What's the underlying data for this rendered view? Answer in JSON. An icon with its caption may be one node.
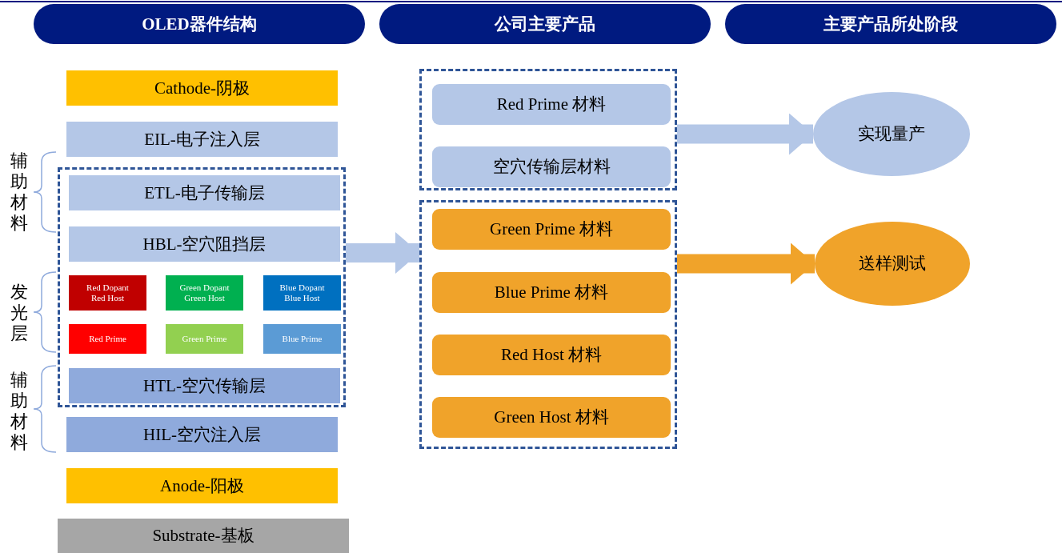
{
  "diagram": {
    "nodes": [
      {
        "text": [
          "OLED器件结构"
        ]
      },
      {
        "text": [
          "公司主要产品"
        ]
      },
      {
        "text": [
          "主要产品所处阶段"
        ]
      },
      {
        "text": [
          "Cathode-阴极"
        ]
      },
      {
        "text": [
          "EIL-电子注入层"
        ]
      },
      {
        "text": [],
        "shape": "box"
      },
      {
        "text": [
          "ETL-电子传输层"
        ],
        "in": 5
      },
      {
        "text": [
          "HBL-空穴阻挡层"
        ],
        "in": 5
      },
      {
        "text": [
          "Red Dopant",
          "Red Host"
        ],
        "in": 5
      },
      {
        "text": [
          "Green Dopant",
          "Green Host"
        ],
        "in": 5
      },
      {
        "text": [
          "Blue Dopant",
          "Blue Host"
        ],
        "in": 5
      },
      {
        "text": [
          "Red Prime"
        ],
        "in": 5
      },
      {
        "text": [
          "Green Prime"
        ],
        "in": 5
      },
      {
        "text": [
          "Blue Prime"
        ],
        "in": 5
      },
      {
        "text": [
          "HTL-空穴传输层"
        ],
        "in": 5
      },
      {
        "text": [
          "HIL-空穴注入层"
        ]
      },
      {
        "text": [
          "Anode-阳极"
        ]
      },
      {
        "text": [
          "Substrate-基板"
        ]
      },
      {
        "text": [],
        "shape": "box"
      },
      {
        "text": [
          "Red Prime 材料"
        ],
        "in": 18
      },
      {
        "text": [
          "空穴传输层材料"
        ],
        "in": 18
      },
      {
        "text": [],
        "shape": "box"
      },
      {
        "text": [
          "Green Prime 材料"
        ],
        "in": 21
      },
      {
        "text": [
          "Blue Prime 材料"
        ],
        "in": 21
      },
      {
        "text": [
          "Red Host 材料"
        ],
        "in": 21
      },
      {
        "text": [
          "Green Host 材料"
        ],
        "in": 21
      },
      {
        "text": [
          "实现量产"
        ]
      },
      {
        "text": [
          "送样测试"
        ]
      }
    ],
    "edges": [
      {
        "from": 5,
        "to": 21,
        "arrow": "to"
      },
      {
        "from": 18,
        "to": 26,
        "arrow": "to"
      },
      {
        "from": 21,
        "to": 27,
        "arrow": "to",
        "color": "#f0a32a"
      }
    ],
    "labels": [
      "辅助材料",
      "发光层",
      "辅助材料"
    ]
  }
}
